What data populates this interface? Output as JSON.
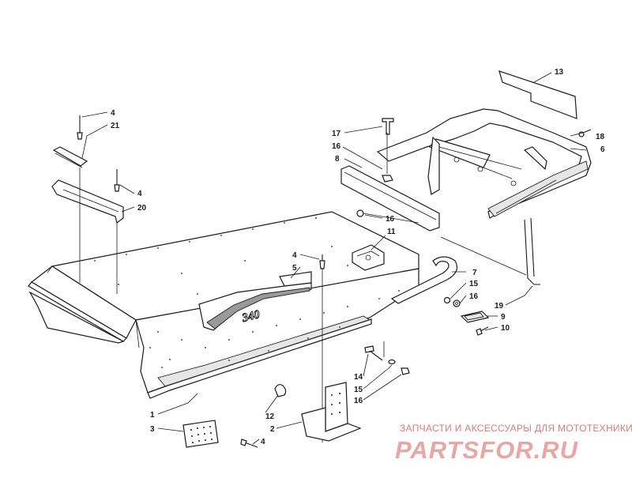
{
  "diagram": {
    "callouts": {
      "c1": "1",
      "c2": "2",
      "c3": "3",
      "c4a": "4",
      "c4b": "4",
      "c4c": "4",
      "c4d": "4",
      "c5": "5",
      "c6": "6",
      "c7": "7",
      "c8": "8",
      "c9": "9",
      "c10": "10",
      "c11": "11",
      "c12": "12",
      "c13": "13",
      "c14": "14",
      "c15a": "15",
      "c15b": "15",
      "c16a": "16",
      "c16b": "16",
      "c16c": "16",
      "c16d": "16",
      "c17": "17",
      "c18": "18",
      "c19": "19",
      "c20": "20",
      "c21": "21"
    },
    "emblem_text": "340"
  },
  "watermark": {
    "subtitle": "ЗАПЧАСТИ И АКСЕССУАРЫ ДЛЯ МОТОТЕХНИКИ",
    "brand": "PARTSFOR.RU",
    "color": "#e07a7a"
  }
}
